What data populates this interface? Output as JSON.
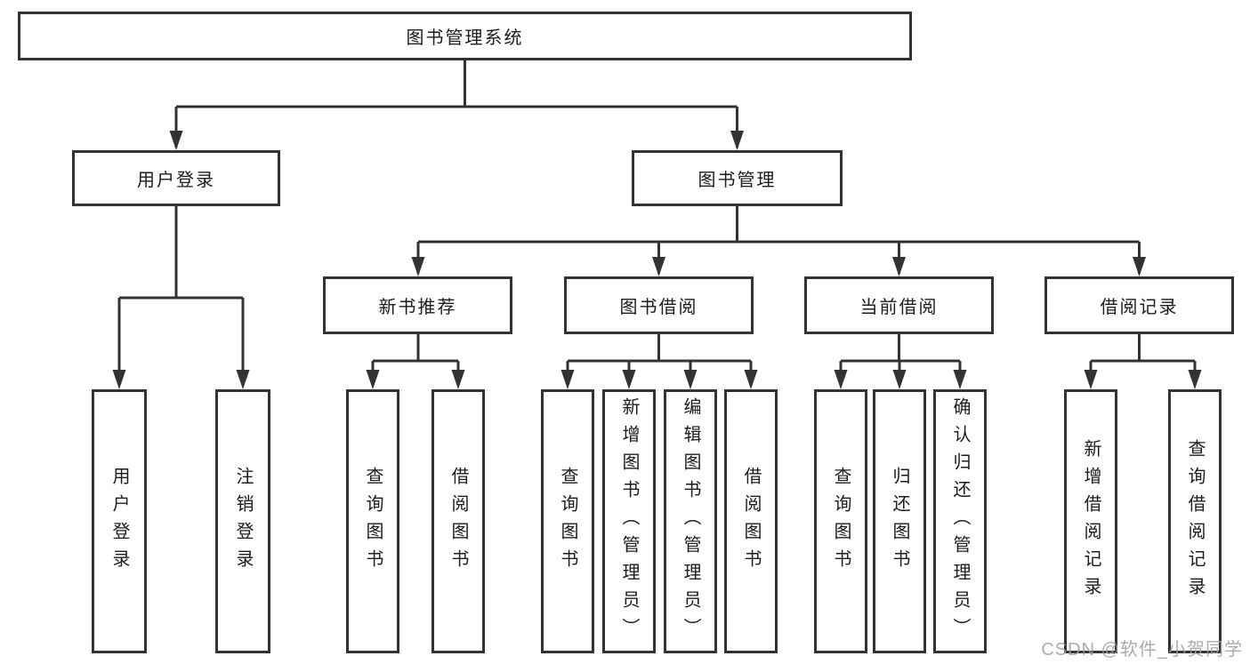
{
  "tree": {
    "root": "图书管理系统",
    "branches": [
      {
        "label": "用户登录",
        "leaves": [
          "用户登录",
          "注销登录"
        ]
      },
      {
        "label": "图书管理",
        "groups": [
          {
            "label": "新书推荐",
            "leaves": [
              "查询图书",
              "借阅图书"
            ]
          },
          {
            "label": "图书借阅",
            "leaves": [
              "查询图书",
              "新增图书（管理员）",
              "编辑图书（管理员）",
              "借阅图书"
            ]
          },
          {
            "label": "当前借阅",
            "leaves": [
              "查询图书",
              "归还图书",
              "确认归还（管理员）"
            ]
          },
          {
            "label": "借阅记录",
            "leaves": [
              "新增借阅记录",
              "查询借阅记录"
            ]
          }
        ]
      }
    ]
  },
  "colors": {
    "line": "#333333",
    "text": "#1c1c1c",
    "watermark": "#9e9ea0"
  },
  "watermark": "CSDN @软件_小贺同学"
}
